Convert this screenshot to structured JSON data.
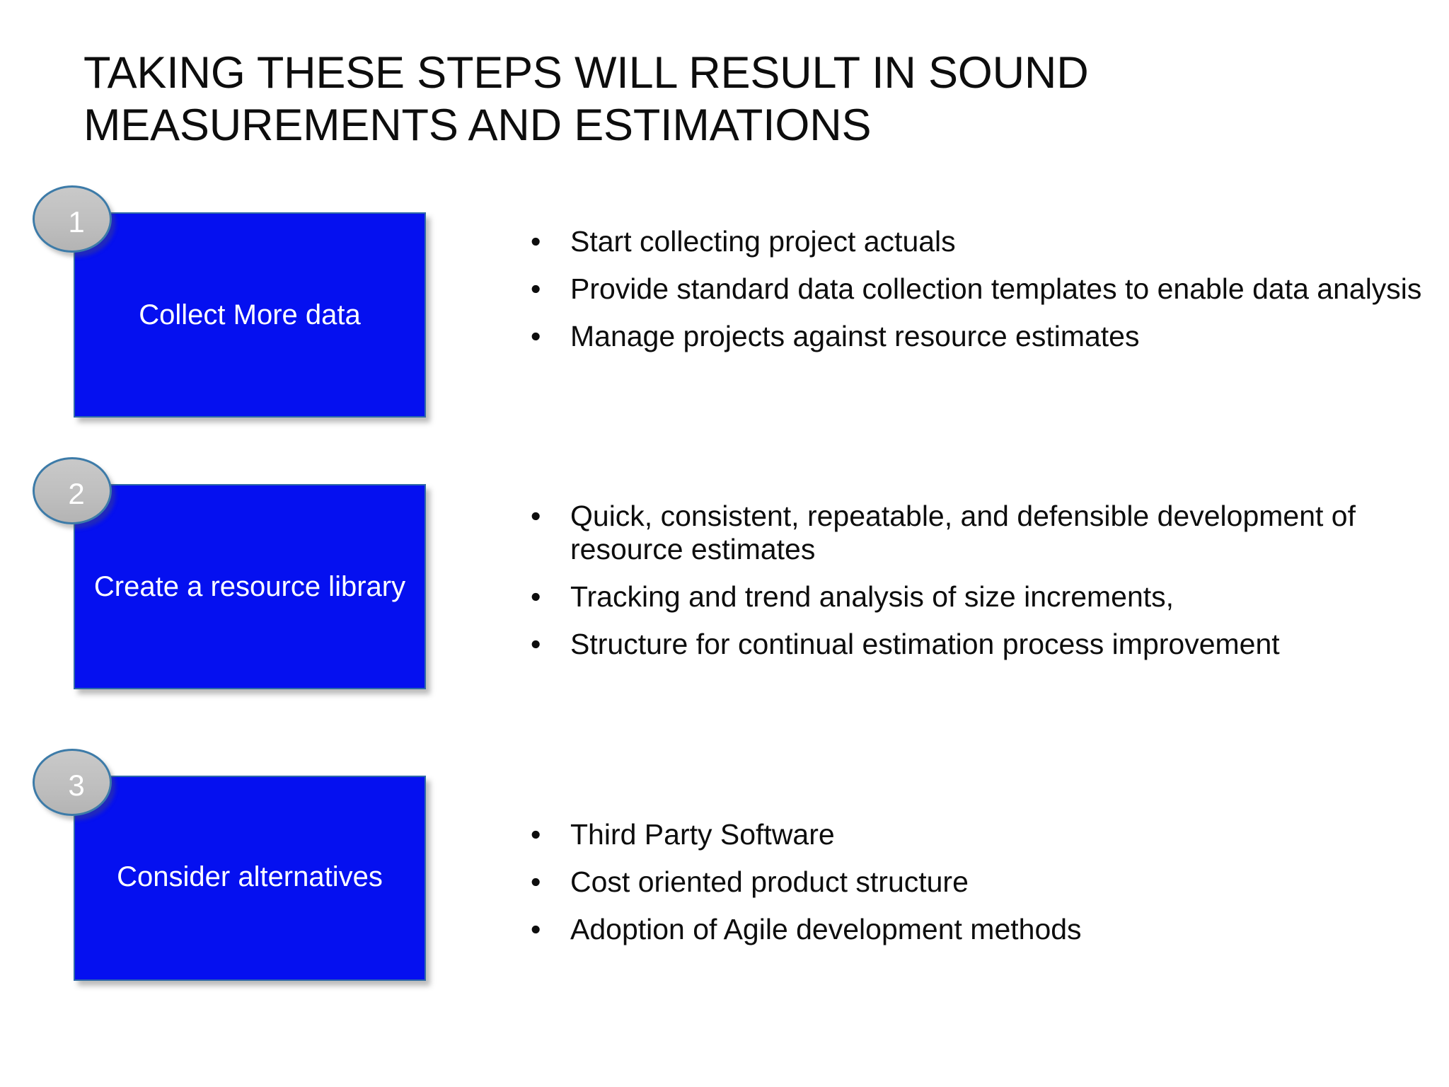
{
  "slide": {
    "title": "TAKING THESE STEPS WILL RESULT IN SOUND MEASUREMENTS AND ESTIMATIONS",
    "background_color": "#FFFFFF",
    "box_fill_color": "#0510F0",
    "box_border_color": "#2F6AA8",
    "bubble_fill_color": "#BFBFBF",
    "bubble_border_color": "#3D7BA8",
    "text_color": "#0D0D0D",
    "box_text_color": "#FFFFFF"
  },
  "steps": [
    {
      "number": "1",
      "box_label": "Collect More data",
      "bullets": [
        "Start collecting project actuals",
        "Provide standard data collection templates to enable data analysis",
        "Manage projects against resource estimates"
      ]
    },
    {
      "number": "2",
      "box_label": "Create a resource library",
      "bullets": [
        "Quick, consistent, repeatable, and defensible development of resource estimates",
        "Tracking and trend analysis of size increments,",
        "Structure for continual estimation process improvement"
      ]
    },
    {
      "number": "3",
      "box_label": "Consider alternatives",
      "bullets": [
        "Third Party Software",
        "Cost oriented product structure",
        "Adoption of Agile development methods"
      ]
    }
  ],
  "bullet_glyph": "•"
}
